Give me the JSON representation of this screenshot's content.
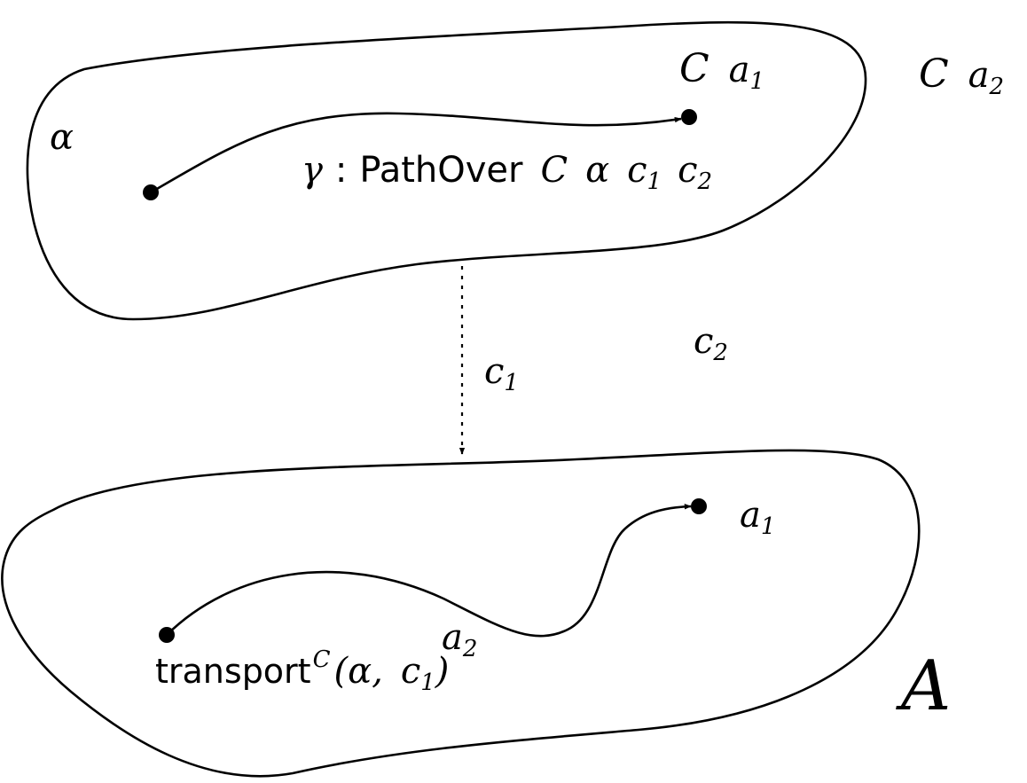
{
  "top_region": {
    "label_alpha": "α",
    "label_C": "C",
    "label_a1": "a",
    "label_a1_sub": "1",
    "path_gamma": "γ",
    "path_colon": ":",
    "path_type": "PathOver",
    "path_C": "C",
    "path_alpha": "α",
    "path_c1": "c",
    "path_c1_sub": "1",
    "path_c2": "c",
    "path_c2_sub": "2"
  },
  "outside": {
    "label_C": "C",
    "label_a2": "a",
    "label_a2_sub": "2",
    "map_c1": "c",
    "map_c1_sub": "1",
    "map_c2": "c",
    "map_c2_sub": "2"
  },
  "bottom_region": {
    "label_A": "A",
    "label_a1": "a",
    "label_a1_sub": "1",
    "label_a2": "a",
    "label_a2_sub": "2",
    "transport_word": "transport",
    "transport_sup": "C",
    "transport_open": "(",
    "transport_alpha": "α",
    "transport_comma": ",",
    "transport_c": "c",
    "transport_c_sub": "1",
    "transport_close": ")"
  },
  "colors": {
    "ink": "#000000",
    "background": "#ffffff"
  }
}
